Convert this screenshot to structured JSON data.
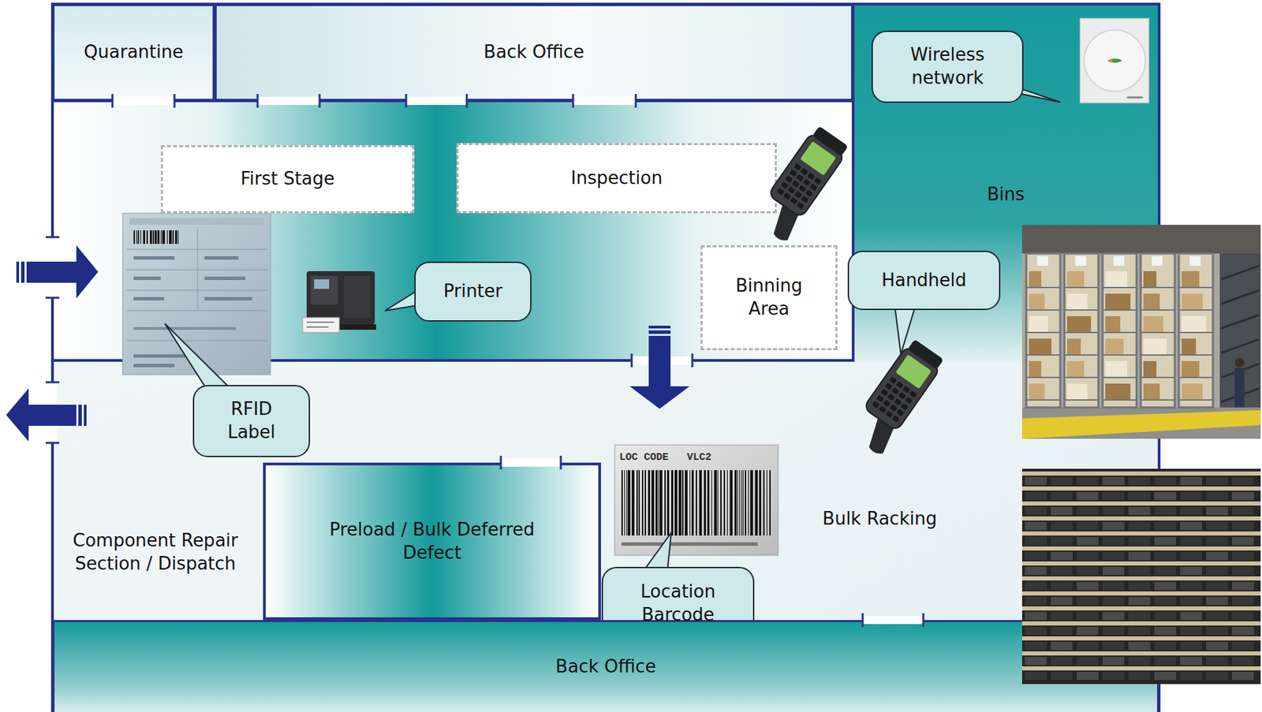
{
  "diagram": {
    "nodes": [
      {
        "text": [
          "Quarantine"
        ]
      },
      {
        "text": [
          "Back Office"
        ]
      },
      {
        "text": [
          "Wireless network"
        ]
      },
      {
        "text": [
          "First Stage"
        ]
      },
      {
        "text": [
          "Inspection"
        ]
      },
      {
        "text": [
          "Printer"
        ]
      },
      {
        "text": [
          "Binning Area"
        ]
      },
      {
        "text": [
          "Handheld"
        ]
      },
      {
        "text": [
          "RFID Label"
        ]
      },
      {
        "text": [
          "Preload / Bulk Deferred Defect"
        ]
      },
      {
        "text": [
          "Location Barcode"
        ]
      },
      {
        "text": [
          "Back Office"
        ]
      }
    ],
    "labels": [
      "Bins",
      "Component Repair Section / Dispatch",
      "Bulk Racking",
      "LOC CODE",
      "VLC2"
    ]
  }
}
